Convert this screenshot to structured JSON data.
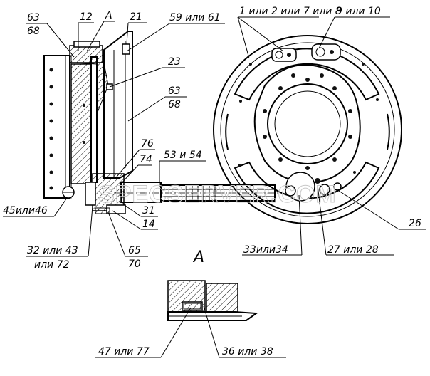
{
  "labels": {
    "l63a": "63",
    "l68a": "68",
    "l12": "12",
    "lA": "A",
    "l21": "21",
    "l59": "59 или 61",
    "l23": "23",
    "l63b": "63",
    "l68b": "68",
    "l76": "76",
    "l74": "74",
    "l53": "53 и 54",
    "l45": "45или46",
    "l31": "31",
    "l14": "14",
    "l32": "32 или 43",
    "l72": "или 72",
    "l65": "65",
    "l70": "70",
    "l1": "1 или 2 или 7 или 8",
    "l9": "9 или 10",
    "l26": "26",
    "l33": "33или34",
    "l27": "27 или 28",
    "lAview": "А",
    "l47": "47 или 77",
    "l36": "36 или 38"
  },
  "watermark": "SPECSERVER.COM"
}
